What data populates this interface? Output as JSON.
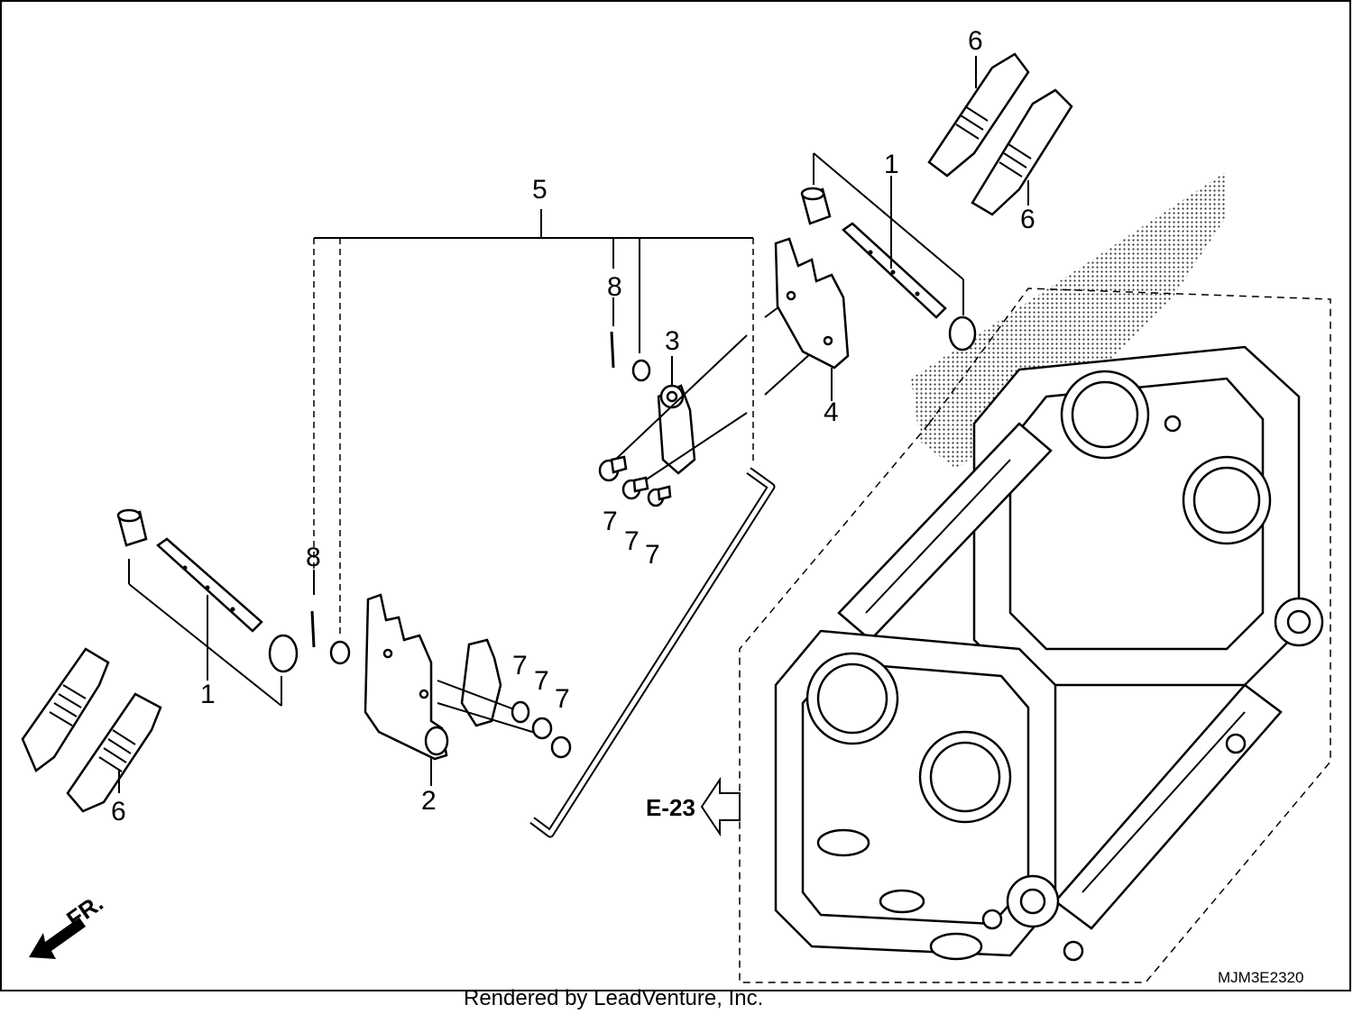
{
  "diagram": {
    "callouts": {
      "c1_left": "1",
      "c1_right": "1",
      "c2": "2",
      "c3": "3",
      "c4": "4",
      "c5": "5",
      "c6_left": "6",
      "c6_top": "6",
      "c6_right": "6",
      "c7_a": "7",
      "c7_b": "7",
      "c7_c": "7",
      "c7_d": "7",
      "c7_e": "7",
      "c7_f": "7",
      "c8_top": "8",
      "c8_left": "8"
    },
    "reference_label": "E-23",
    "front_label": "FR.",
    "drawing_code": "MJM3E2320",
    "credit": "Rendered by LeadVenture, Inc."
  }
}
